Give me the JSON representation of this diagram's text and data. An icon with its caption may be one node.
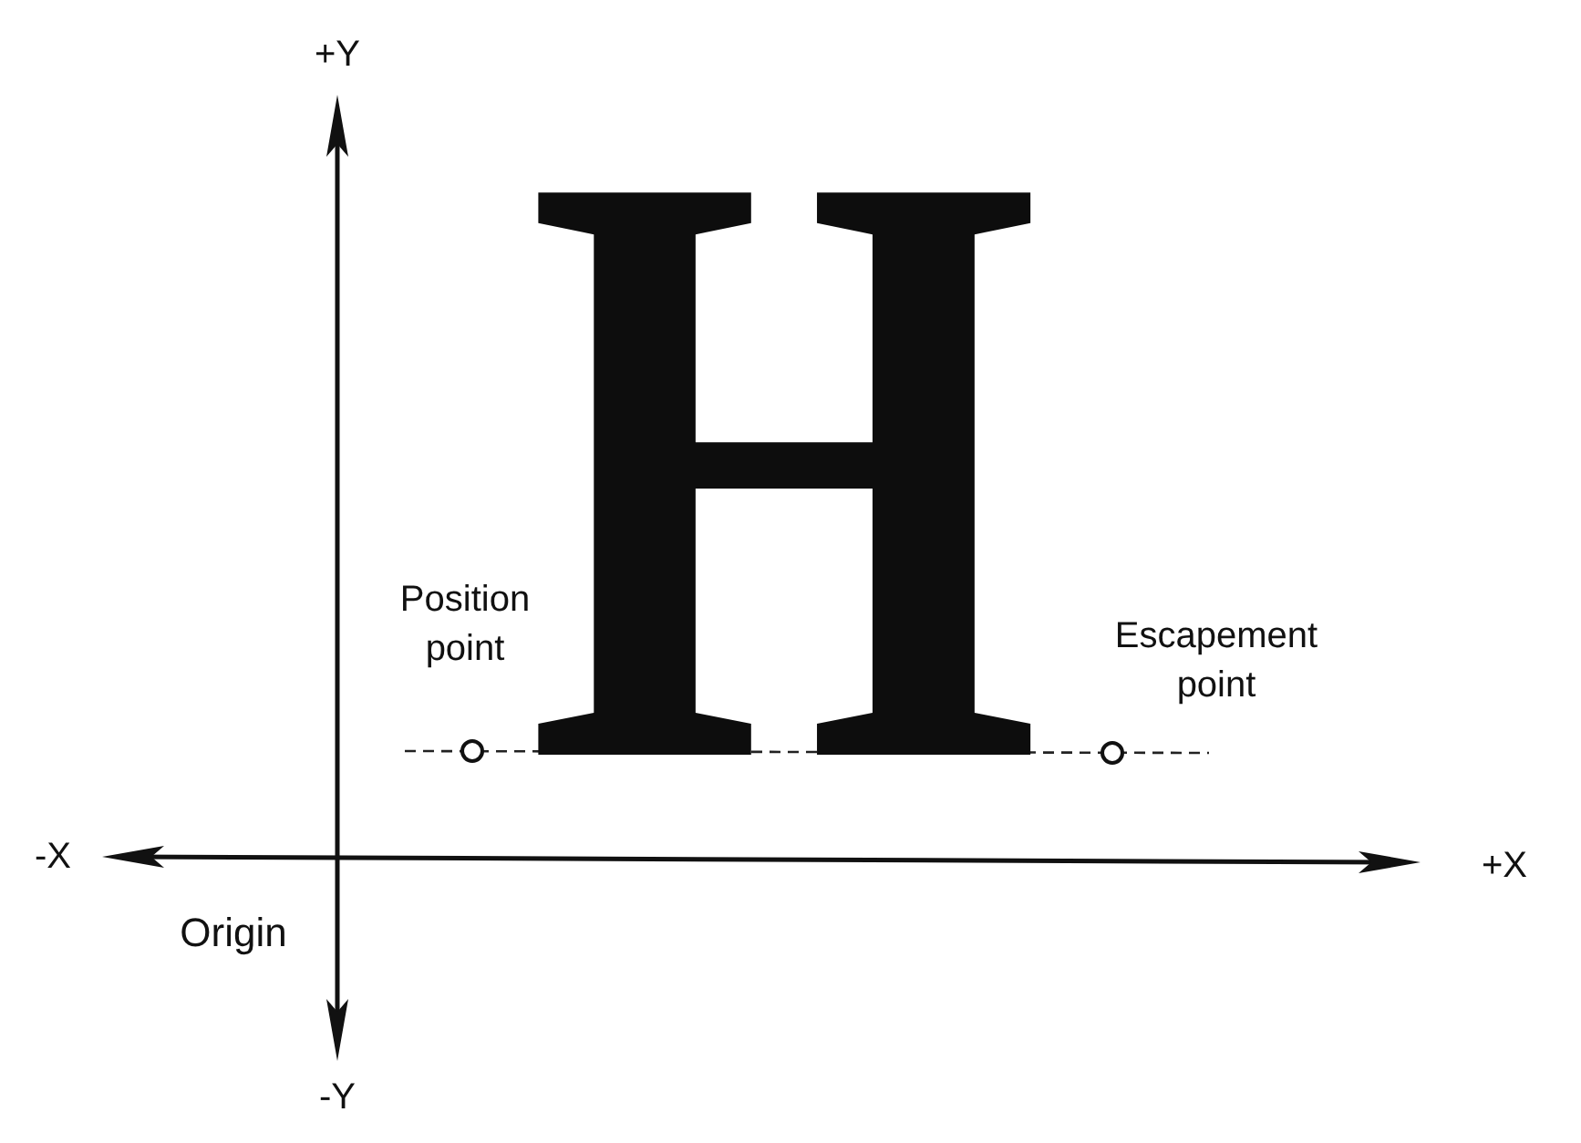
{
  "diagram": {
    "labels": [
      "+Y",
      "H",
      "Position point",
      "Escapement point",
      "-X",
      "+X",
      "Origin",
      "-Y"
    ]
  }
}
